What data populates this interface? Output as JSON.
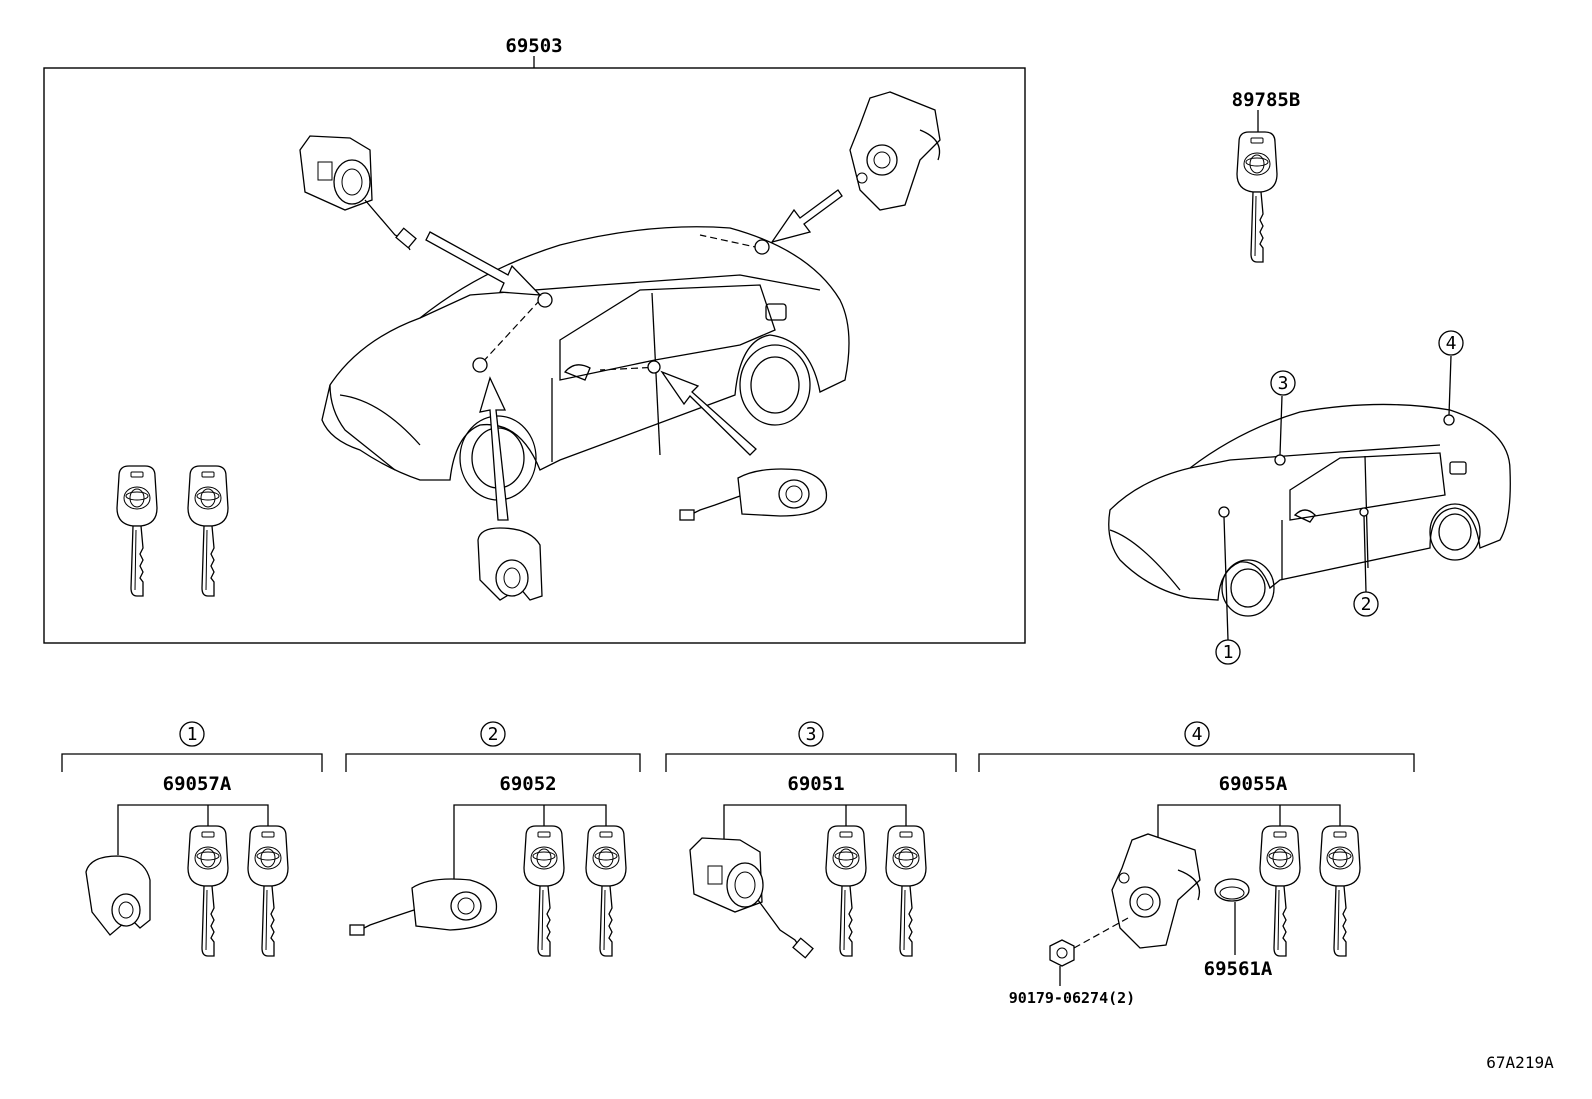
{
  "labels": {
    "main_kit": "69503",
    "single_key": "89785B",
    "group1_part": "69057A",
    "group2_part": "69052",
    "group3_part": "69051",
    "group4_part": "69055A",
    "cylinder_part": "69561A",
    "nut_part": "90179-06274(2)",
    "diagram_ref": "67A219A"
  },
  "callouts": [
    "1",
    "2",
    "3",
    "4"
  ],
  "icons": [
    "key-icon",
    "ignition-cylinder-icon",
    "door-lock-cylinder-icon",
    "trunk-lock-cylinder-icon",
    "luggage-lock-icon",
    "sedan-car-icon",
    "arrow-icon",
    "nut-icon",
    "ring-icon"
  ]
}
